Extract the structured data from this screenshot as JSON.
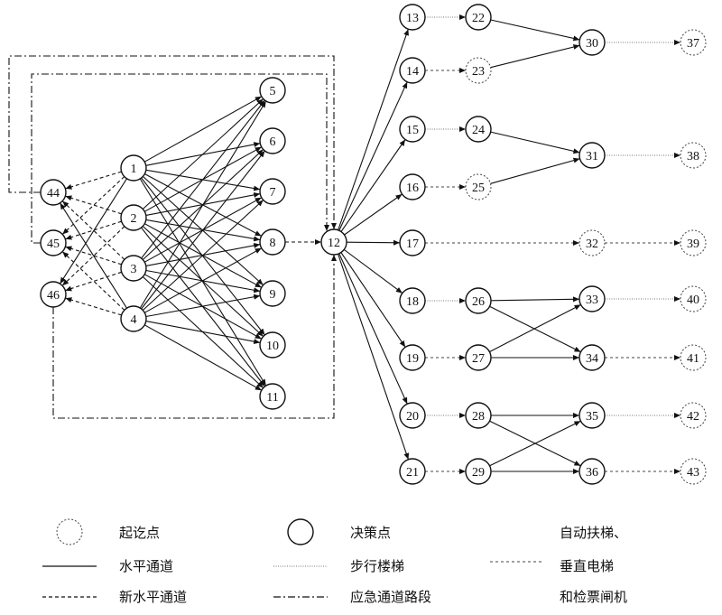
{
  "diagram": {
    "nodes": [
      {
        "id": "1",
        "style": "decision"
      },
      {
        "id": "2",
        "style": "decision"
      },
      {
        "id": "3",
        "style": "decision"
      },
      {
        "id": "4",
        "style": "decision"
      },
      {
        "id": "5",
        "style": "decision"
      },
      {
        "id": "6",
        "style": "decision"
      },
      {
        "id": "7",
        "style": "decision"
      },
      {
        "id": "8",
        "style": "decision"
      },
      {
        "id": "9",
        "style": "decision"
      },
      {
        "id": "10",
        "style": "decision"
      },
      {
        "id": "11",
        "style": "decision"
      },
      {
        "id": "12",
        "style": "decision"
      },
      {
        "id": "13",
        "style": "decision"
      },
      {
        "id": "14",
        "style": "decision"
      },
      {
        "id": "15",
        "style": "decision"
      },
      {
        "id": "16",
        "style": "decision"
      },
      {
        "id": "17",
        "style": "decision"
      },
      {
        "id": "18",
        "style": "decision"
      },
      {
        "id": "19",
        "style": "decision"
      },
      {
        "id": "20",
        "style": "decision"
      },
      {
        "id": "21",
        "style": "decision"
      },
      {
        "id": "22",
        "style": "decision"
      },
      {
        "id": "23",
        "style": "dotted"
      },
      {
        "id": "24",
        "style": "decision"
      },
      {
        "id": "25",
        "style": "dotted"
      },
      {
        "id": "26",
        "style": "decision"
      },
      {
        "id": "27",
        "style": "decision"
      },
      {
        "id": "28",
        "style": "decision"
      },
      {
        "id": "29",
        "style": "decision"
      },
      {
        "id": "30",
        "style": "decision"
      },
      {
        "id": "31",
        "style": "decision"
      },
      {
        "id": "32",
        "style": "dotted"
      },
      {
        "id": "33",
        "style": "decision"
      },
      {
        "id": "34",
        "style": "decision"
      },
      {
        "id": "35",
        "style": "decision"
      },
      {
        "id": "36",
        "style": "decision"
      },
      {
        "id": "37",
        "style": "dotted"
      },
      {
        "id": "38",
        "style": "dotted"
      },
      {
        "id": "39",
        "style": "dotted"
      },
      {
        "id": "40",
        "style": "dotted"
      },
      {
        "id": "41",
        "style": "dotted"
      },
      {
        "id": "42",
        "style": "dotted"
      },
      {
        "id": "43",
        "style": "dotted"
      },
      {
        "id": "44",
        "style": "decision"
      },
      {
        "id": "45",
        "style": "decision"
      },
      {
        "id": "46",
        "style": "decision"
      }
    ],
    "edges": [
      {
        "from": "1",
        "to": "5",
        "type": "horizontal"
      },
      {
        "from": "1",
        "to": "6",
        "type": "horizontal"
      },
      {
        "from": "1",
        "to": "7",
        "type": "horizontal"
      },
      {
        "from": "1",
        "to": "8",
        "type": "horizontal"
      },
      {
        "from": "1",
        "to": "9",
        "type": "horizontal"
      },
      {
        "from": "1",
        "to": "10",
        "type": "horizontal"
      },
      {
        "from": "1",
        "to": "11",
        "type": "horizontal"
      },
      {
        "from": "2",
        "to": "5",
        "type": "horizontal"
      },
      {
        "from": "2",
        "to": "6",
        "type": "horizontal"
      },
      {
        "from": "2",
        "to": "7",
        "type": "horizontal"
      },
      {
        "from": "2",
        "to": "8",
        "type": "horizontal"
      },
      {
        "from": "2",
        "to": "9",
        "type": "horizontal"
      },
      {
        "from": "2",
        "to": "10",
        "type": "horizontal"
      },
      {
        "from": "2",
        "to": "11",
        "type": "horizontal"
      },
      {
        "from": "3",
        "to": "5",
        "type": "horizontal"
      },
      {
        "from": "3",
        "to": "6",
        "type": "horizontal"
      },
      {
        "from": "3",
        "to": "7",
        "type": "horizontal"
      },
      {
        "from": "3",
        "to": "8",
        "type": "horizontal"
      },
      {
        "from": "3",
        "to": "9",
        "type": "horizontal"
      },
      {
        "from": "3",
        "to": "10",
        "type": "horizontal"
      },
      {
        "from": "3",
        "to": "11",
        "type": "horizontal"
      },
      {
        "from": "4",
        "to": "5",
        "type": "horizontal"
      },
      {
        "from": "4",
        "to": "6",
        "type": "horizontal"
      },
      {
        "from": "4",
        "to": "7",
        "type": "horizontal"
      },
      {
        "from": "4",
        "to": "8",
        "type": "horizontal"
      },
      {
        "from": "4",
        "to": "9",
        "type": "horizontal"
      },
      {
        "from": "4",
        "to": "10",
        "type": "horizontal"
      },
      {
        "from": "4",
        "to": "11",
        "type": "horizontal"
      },
      {
        "from": "1",
        "to": "44",
        "type": "new-horizontal"
      },
      {
        "from": "1",
        "to": "45",
        "type": "new-horizontal"
      },
      {
        "from": "1",
        "to": "46",
        "type": "horizontal"
      },
      {
        "from": "2",
        "to": "44",
        "type": "new-horizontal"
      },
      {
        "from": "2",
        "to": "45",
        "type": "new-horizontal"
      },
      {
        "from": "2",
        "to": "46",
        "type": "new-horizontal"
      },
      {
        "from": "3",
        "to": "44",
        "type": "new-horizontal"
      },
      {
        "from": "3",
        "to": "45",
        "type": "new-horizontal"
      },
      {
        "from": "3",
        "to": "46",
        "type": "new-horizontal"
      },
      {
        "from": "4",
        "to": "44",
        "type": "horizontal"
      },
      {
        "from": "4",
        "to": "45",
        "type": "new-horizontal"
      },
      {
        "from": "4",
        "to": "46",
        "type": "new-horizontal"
      },
      {
        "from": "8",
        "to": "12",
        "type": "new-horizontal"
      },
      {
        "from": "12",
        "to": "13",
        "type": "horizontal"
      },
      {
        "from": "12",
        "to": "14",
        "type": "horizontal"
      },
      {
        "from": "12",
        "to": "15",
        "type": "horizontal"
      },
      {
        "from": "12",
        "to": "16",
        "type": "horizontal"
      },
      {
        "from": "12",
        "to": "17",
        "type": "horizontal"
      },
      {
        "from": "12",
        "to": "18",
        "type": "horizontal"
      },
      {
        "from": "12",
        "to": "19",
        "type": "horizontal"
      },
      {
        "from": "12",
        "to": "20",
        "type": "horizontal"
      },
      {
        "from": "12",
        "to": "21",
        "type": "horizontal"
      },
      {
        "from": "13",
        "to": "22",
        "type": "stairs"
      },
      {
        "from": "14",
        "to": "23",
        "type": "escalator"
      },
      {
        "from": "15",
        "to": "24",
        "type": "stairs"
      },
      {
        "from": "16",
        "to": "25",
        "type": "escalator"
      },
      {
        "from": "17",
        "to": "32",
        "type": "escalator"
      },
      {
        "from": "18",
        "to": "26",
        "type": "stairs"
      },
      {
        "from": "19",
        "to": "27",
        "type": "escalator"
      },
      {
        "from": "20",
        "to": "28",
        "type": "stairs"
      },
      {
        "from": "21",
        "to": "29",
        "type": "escalator"
      },
      {
        "from": "22",
        "to": "30",
        "type": "horizontal"
      },
      {
        "from": "23",
        "to": "30",
        "type": "horizontal"
      },
      {
        "from": "24",
        "to": "31",
        "type": "horizontal"
      },
      {
        "from": "25",
        "to": "31",
        "type": "horizontal"
      },
      {
        "from": "26",
        "to": "33",
        "type": "horizontal"
      },
      {
        "from": "26",
        "to": "34",
        "type": "horizontal"
      },
      {
        "from": "27",
        "to": "33",
        "type": "horizontal"
      },
      {
        "from": "27",
        "to": "34",
        "type": "horizontal"
      },
      {
        "from": "28",
        "to": "35",
        "type": "horizontal"
      },
      {
        "from": "28",
        "to": "36",
        "type": "horizontal"
      },
      {
        "from": "29",
        "to": "35",
        "type": "horizontal"
      },
      {
        "from": "29",
        "to": "36",
        "type": "horizontal"
      },
      {
        "from": "30",
        "to": "37",
        "type": "stairs"
      },
      {
        "from": "31",
        "to": "38",
        "type": "stairs"
      },
      {
        "from": "32",
        "to": "39",
        "type": "escalator"
      },
      {
        "from": "33",
        "to": "40",
        "type": "stairs"
      },
      {
        "from": "34",
        "to": "41",
        "type": "escalator"
      },
      {
        "from": "35",
        "to": "42",
        "type": "stairs"
      },
      {
        "from": "36",
        "to": "43",
        "type": "escalator"
      }
    ],
    "emergency_routes": [
      {
        "from": "44",
        "to": "12"
      },
      {
        "from": "45",
        "to": "12"
      },
      {
        "from": "46",
        "to": "12"
      }
    ]
  },
  "legend": {
    "start_point": "起讫点",
    "decision_point": "决策点",
    "equipment_line1": "自动扶梯、",
    "equipment_line2": "垂直电梯",
    "equipment_line3": "和检票闸机",
    "horizontal_passage": "水平通道",
    "stairs": "步行楼梯",
    "new_horizontal_passage": "新水平通道",
    "emergency_route": "应急通道路段"
  }
}
